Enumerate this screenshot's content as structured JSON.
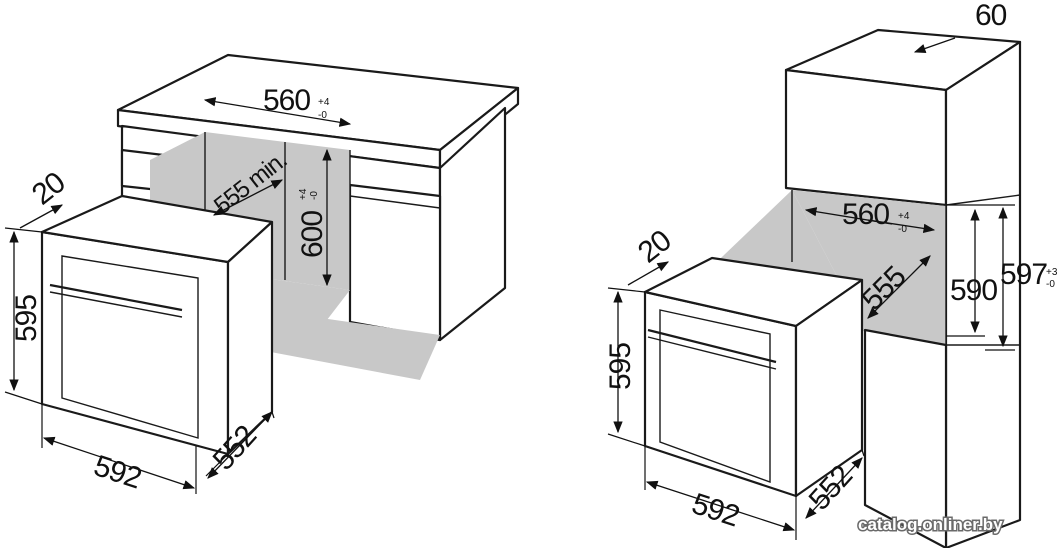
{
  "left_diagram": {
    "dims": {
      "d560": "560",
      "d560_tol_plus": "+4",
      "d560_tol_minus": "-0",
      "d555min": "555 min.",
      "d600": "600",
      "d600_tol_plus": "+4",
      "d600_tol_minus": "-0",
      "d20": "20",
      "d595": "595",
      "d592": "592",
      "d552": "552"
    }
  },
  "right_diagram": {
    "dims": {
      "d60": "60",
      "d560": "560",
      "d560_tol_plus": "+4",
      "d560_tol_minus": "-0",
      "d555": "555",
      "d590": "590",
      "d597": "597",
      "d597_tol_plus": "+3",
      "d597_tol_minus": "-0",
      "d20": "20",
      "d595": "595",
      "d592": "592",
      "d552": "552"
    }
  },
  "watermark": "catalog.onliner.by"
}
